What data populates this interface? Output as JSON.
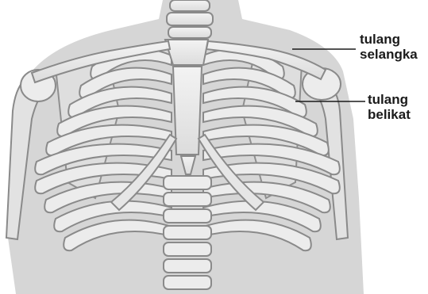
{
  "labels": {
    "clavicle": {
      "line1": "tulang",
      "line2": "selangka"
    },
    "scapula": {
      "line1": "tulang",
      "line2": "belikat"
    }
  },
  "colors": {
    "background_body": "#d9d9d9",
    "bone_fill": "#ebebeb",
    "bone_outline": "#8a8a8a",
    "leader_line": "#1a1a1a"
  }
}
